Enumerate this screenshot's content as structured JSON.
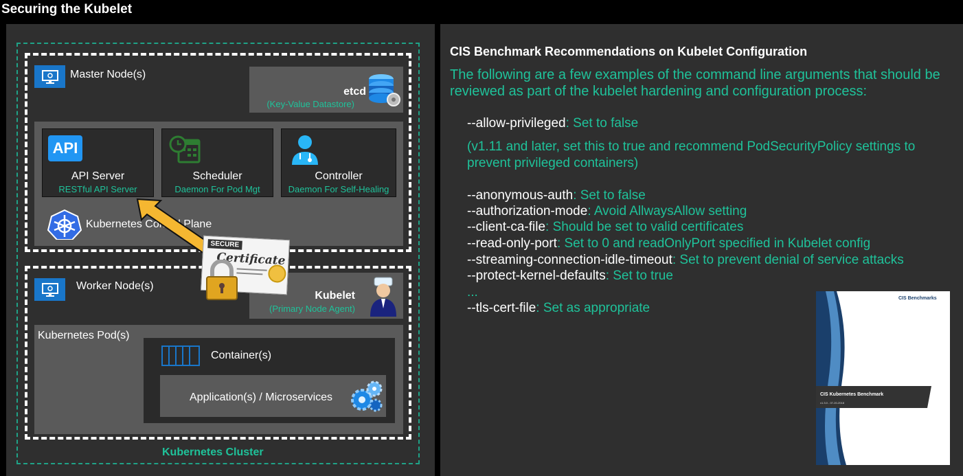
{
  "title": "Securing the Kubelet",
  "diagram": {
    "cluster_label": "Kubernetes Cluster",
    "master_node": {
      "label": "Master Node(s)",
      "etcd": {
        "title": "etcd",
        "subtitle": "(Key-Value Datastore)"
      },
      "control_plane_label": "Kubernetes Control Plane",
      "components": [
        {
          "title": "API Server",
          "subtitle": "RESTful API Server",
          "icon_text": "API"
        },
        {
          "title": "Scheduler",
          "subtitle": "Daemon  For Pod Mgt"
        },
        {
          "title": "Controller",
          "subtitle": "Daemon  For Self-Healing"
        }
      ]
    },
    "certificate": {
      "line1": "SECURE",
      "line2": "Certificate"
    },
    "worker_node": {
      "label": "Worker Node(s)",
      "kubelet": {
        "title": "Kubelet",
        "subtitle": "(Primary Node Agent)"
      },
      "pod_label": "Kubernetes Pod(s)",
      "container_label": "Container(s)",
      "app_label": "Application(s) / Microservices"
    }
  },
  "recommendations": {
    "heading": "CIS Benchmark Recommendations on Kubelet Configuration",
    "intro": "The following are a few examples of the command line arguments that should be reviewed as part of the kubelet hardening and configuration process:",
    "first": {
      "arg": "--allow-privileged",
      "value": ": Set to false"
    },
    "note": " (v1.11 and later, set this to true and recommend PodSecurityPolicy settings to prevent privileged containers)",
    "items": [
      {
        "arg": "--anonymous-auth",
        "value": ": Set to false"
      },
      {
        "arg": "--authorization-mode",
        "value": ": Avoid AllwaysAllow setting"
      },
      {
        "arg": "--client-ca-file",
        "value": ": Should be set to valid certificates"
      },
      {
        "arg": "--read-only-port",
        "value": ": Set to 0 and readOnlyPort specified in Kubelet config"
      },
      {
        "arg": "--streaming-connection-idle-timeout",
        "value": ": Set to prevent denial of service attacks"
      },
      {
        "arg": "--protect-kernel-defaults",
        "value": ": Set to true"
      }
    ],
    "ellipsis": "...",
    "last": {
      "arg": "--tls-cert-file",
      "value": ": Set as appropriate"
    },
    "cover": {
      "brand": "CIS Benchmarks",
      "title": "CIS Kubernetes Benchmark",
      "version": "v1.3.0 - 07-20-2018"
    }
  },
  "colors": {
    "teal": "#1fc29a",
    "blue": "#1976c9",
    "panel": "#2f2f2f"
  }
}
